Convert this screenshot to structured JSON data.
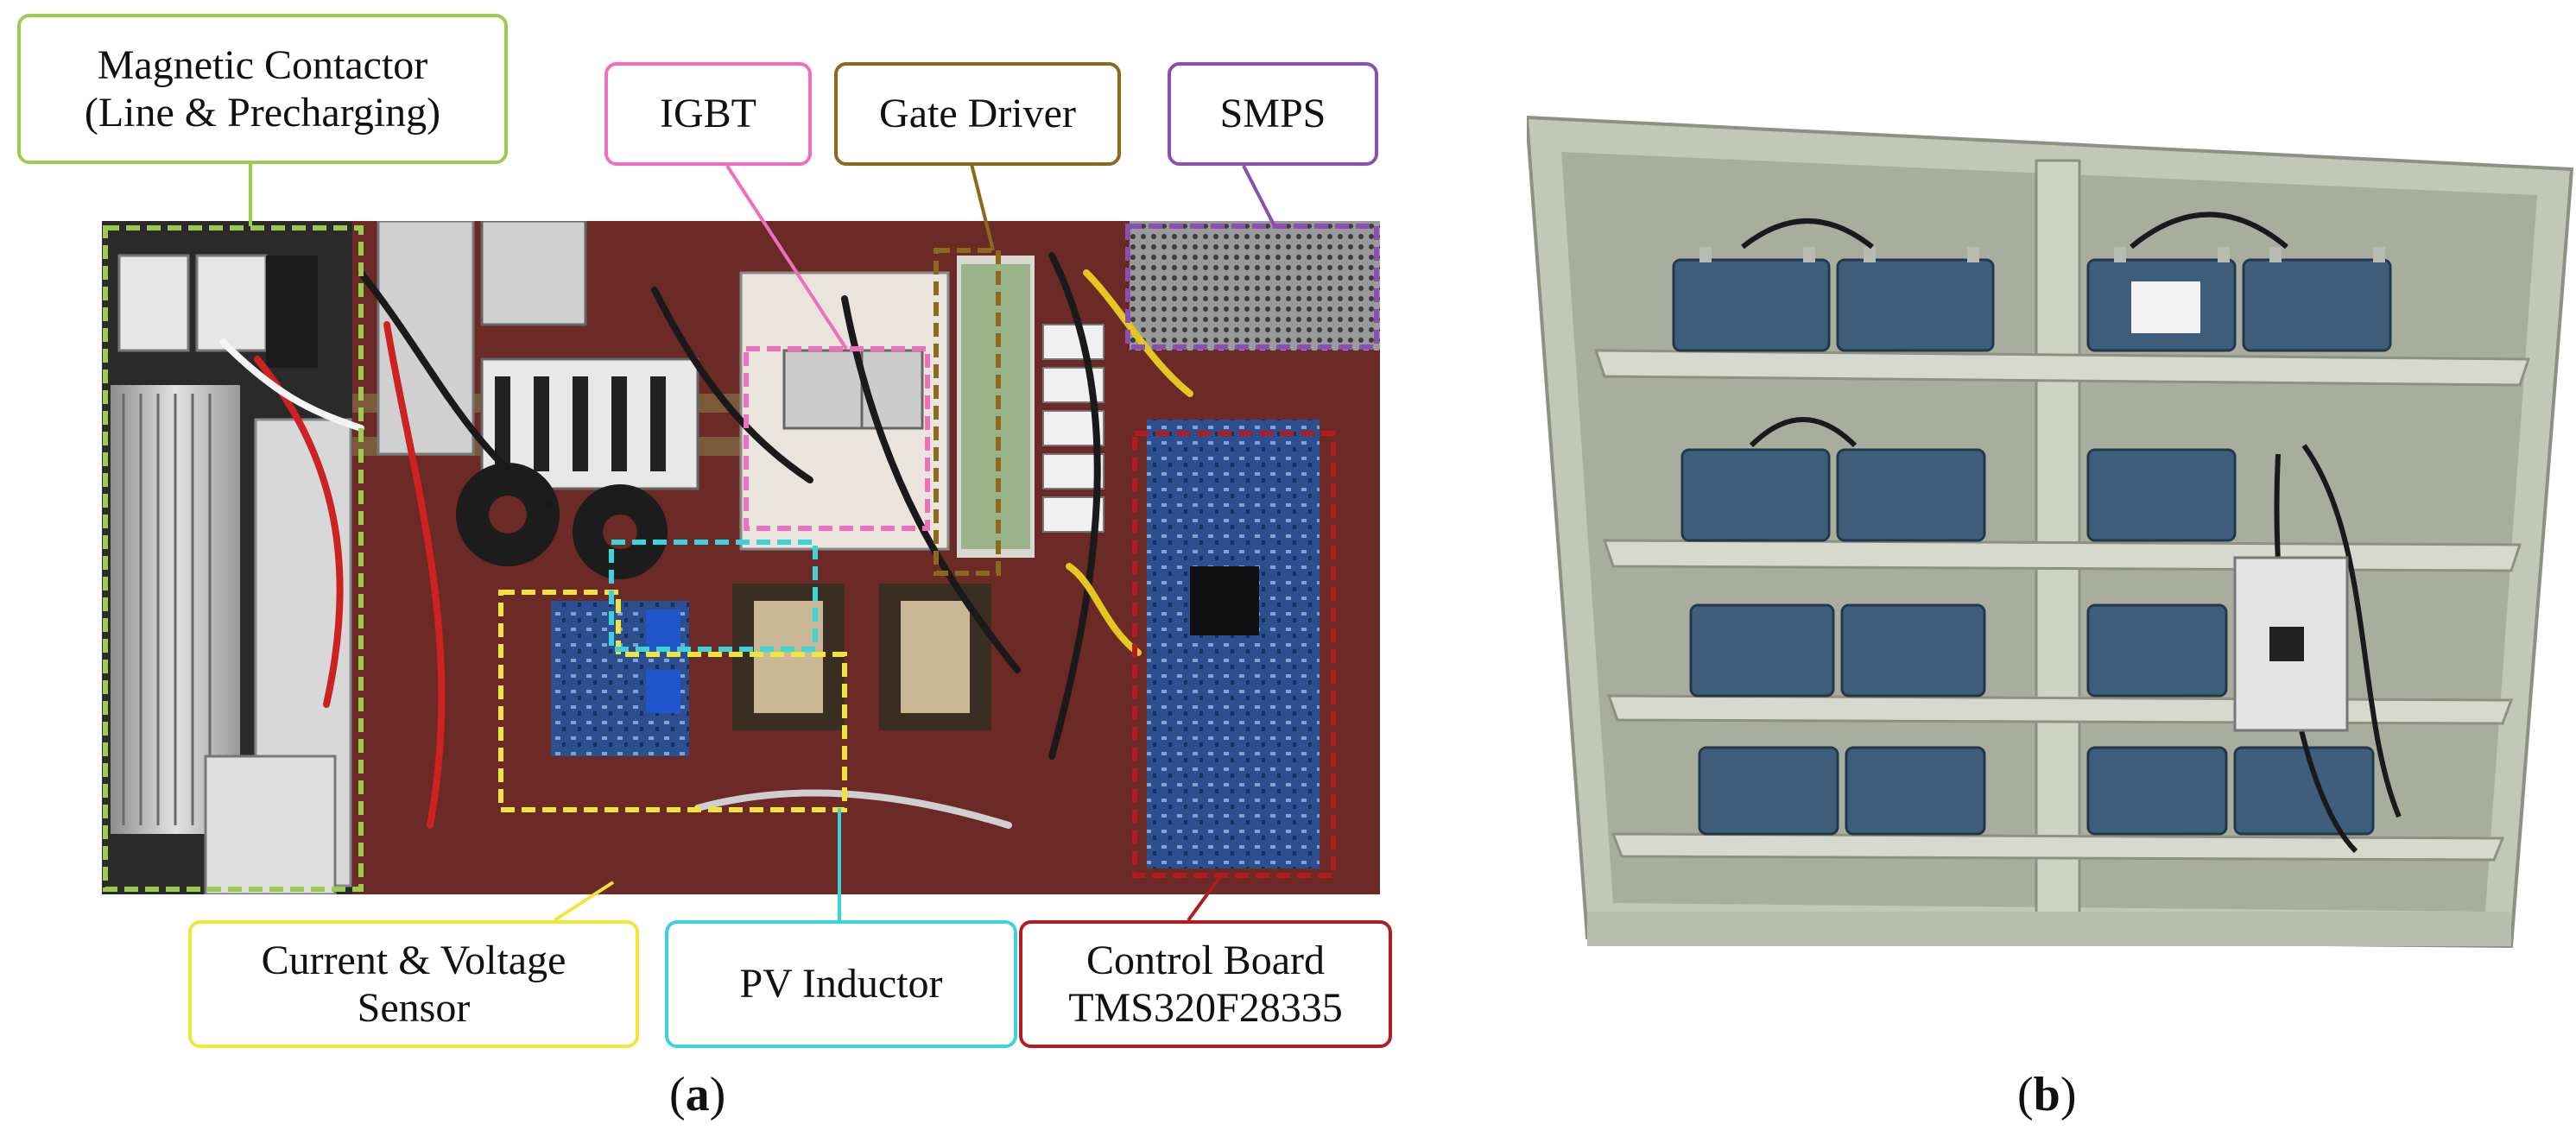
{
  "labels": {
    "magnetic_contactor": {
      "line1": "Magnetic Contactor",
      "line2": "(Line & Precharging)"
    },
    "igbt": "IGBT",
    "gate_driver": "Gate Driver",
    "smps": "SMPS",
    "current_voltage_sensor": {
      "line1": "Current & Voltage",
      "line2": "Sensor"
    },
    "pv_inductor": "PV Inductor",
    "control_board": {
      "line1": "Control Board",
      "line2": "TMS320F28335"
    }
  },
  "captions": {
    "a": {
      "open": "(",
      "letter": "a",
      "close": ")"
    },
    "b": {
      "open": "(",
      "letter": "b",
      "close": ")"
    }
  },
  "colors": {
    "magnetic_contactor": "#9ccc4f",
    "igbt": "#ee6fbe",
    "gate_driver": "#8c6a1c",
    "smps": "#8a4fb0",
    "current_voltage_sensor": "#f2e53a",
    "pv_inductor": "#3cd4dc",
    "control_board": "#b01c22",
    "panel_background": "#6b2a26",
    "cabinet": "#c9cdc0",
    "battery": "#3f5e7c"
  }
}
